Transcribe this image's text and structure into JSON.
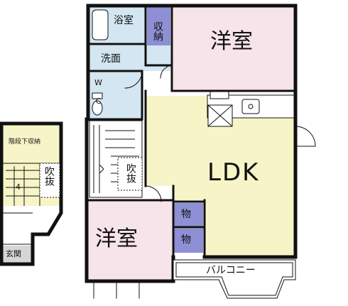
{
  "floor_plan": {
    "rooms": {
      "western_room_top": "洋室",
      "ldk": "LDK",
      "western_room_bottom": "洋室",
      "bathroom": "浴室",
      "closet_top": "収納",
      "washroom": "洗面",
      "toilet": "W C",
      "stairwell_void_main": "吹抜",
      "storage_a": "物",
      "storage_b": "物",
      "balcony": "バルコニー"
    },
    "lower_floor": {
      "understairs_storage": "階段下収納",
      "void": "吹抜",
      "entrance": "玄関",
      "stair_step": "4"
    },
    "colors": {
      "wall": "#111111",
      "western_room": "#f7e3ea",
      "ldk": "#f7f5c7",
      "wet_area": "#d3e6f2",
      "closet": "#8e8fd4",
      "entrance": "#d6d6d6",
      "floor_white": "#ffffff"
    }
  }
}
